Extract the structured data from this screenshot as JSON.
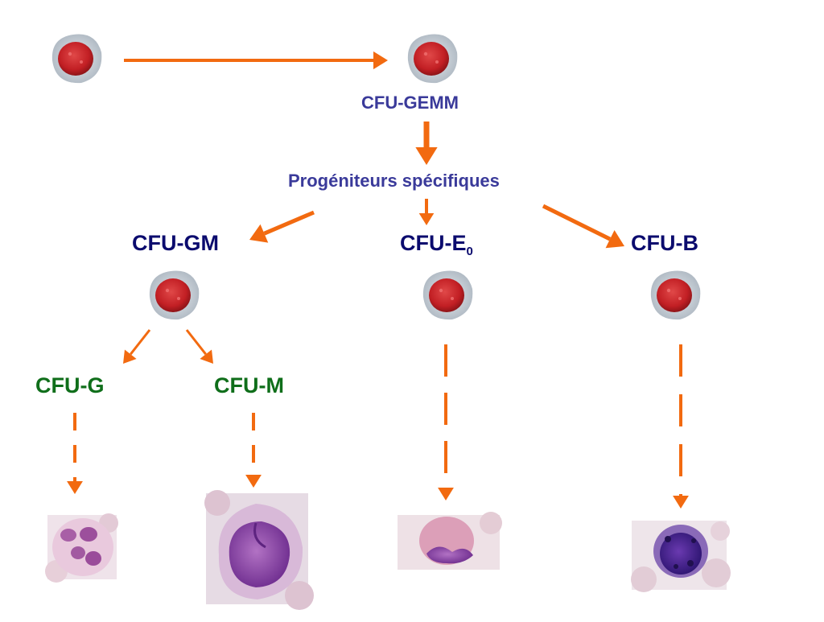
{
  "labels": {
    "cfu_gemm": "CFU-GEMM",
    "progenitors": "Progéniteurs spécifiques",
    "cfu_gm": "CFU-GM",
    "cfu_e_main": "CFU-E",
    "cfu_e_sub": "0",
    "cfu_b": "CFU-B",
    "cfu_g": "CFU-G",
    "cfu_m": "CFU-M"
  },
  "colors": {
    "arrow": "#f26a10",
    "label_blue": "#3a3a9a",
    "label_navy": "#0b0b6e",
    "label_green": "#0f6e1a",
    "stem_cell_red": "#c9282c",
    "stem_cell_halo": "#c8d0d8"
  }
}
